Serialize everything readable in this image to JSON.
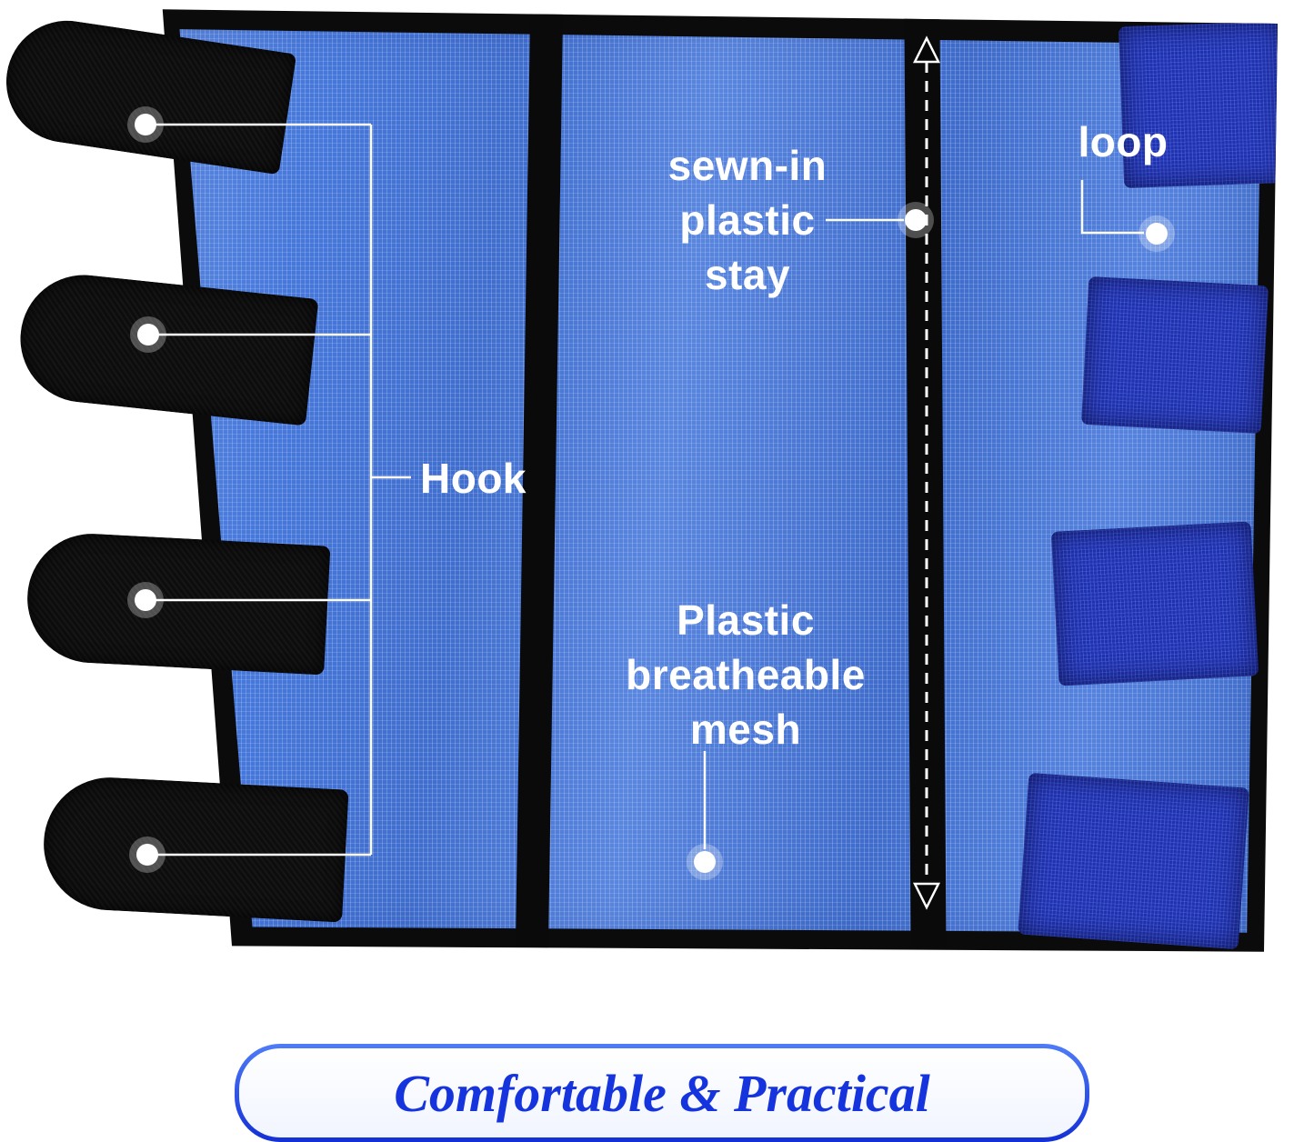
{
  "callouts": {
    "stay": {
      "lines": [
        "sewn-in",
        "plastic",
        "stay"
      ]
    },
    "loop": {
      "label": "loop"
    },
    "hook": {
      "label": "Hook"
    },
    "mesh": {
      "lines": [
        "Plastic",
        "breatheable",
        "mesh"
      ]
    }
  },
  "banner": {
    "text": "Comfortable & Practical"
  },
  "colors": {
    "mesh_blue": "#4678db",
    "loop_patch_blue": "#2132ae",
    "strap_black": "#0d0d0d",
    "banner_border_blue": "#2a52f0",
    "banner_text_blue": "#1634dd",
    "callout_white": "#ffffff"
  }
}
